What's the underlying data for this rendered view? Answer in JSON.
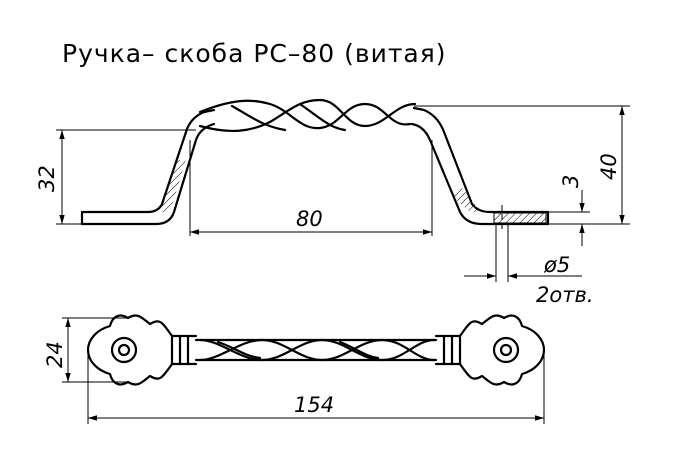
{
  "title": "Ручка– скоба РС–80 (витая)",
  "dimensions": {
    "height_side": "32",
    "length_inner": "80",
    "plate_thickness": "3",
    "total_height": "40",
    "hole_diameter": "ø5",
    "hole_count": "2отв.",
    "width_top": "24",
    "length_total": "154"
  }
}
